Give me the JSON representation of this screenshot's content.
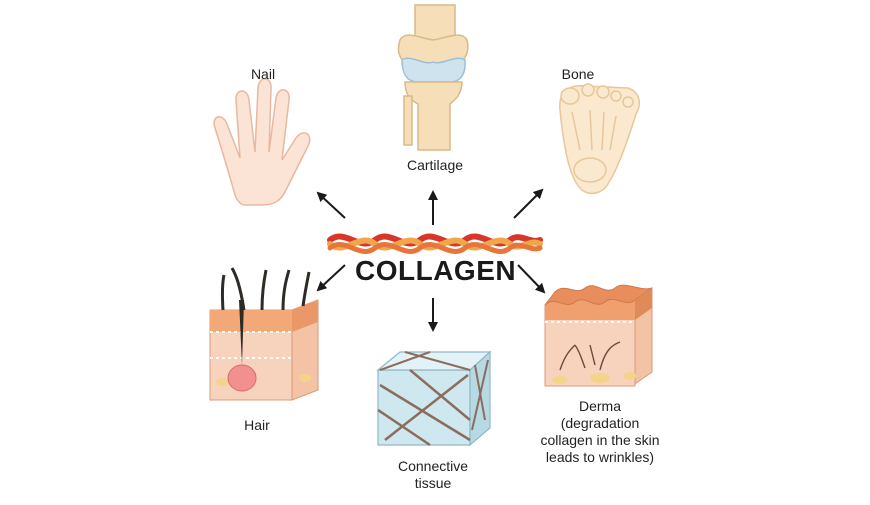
{
  "center": {
    "title": "COLLAGEN"
  },
  "labels": {
    "nail": "Nail",
    "cartilage": "Cartilage",
    "bone": "Bone",
    "hair": "Hair",
    "connective": [
      "Connective",
      "tissue"
    ],
    "derma": [
      "Derma",
      "(degradation",
      "collagen in the skin",
      "leads to wrinkles)"
    ]
  },
  "icons": {
    "nail": "hand-icon",
    "cartilage": "knee-joint-icon",
    "bone": "foot-bone-icon",
    "hair": "hair-follicle-icon",
    "connective": "connective-tissue-cube-icon",
    "derma": "skin-layer-icon",
    "center": "collagen-triple-helix-icon"
  },
  "colors": {
    "helix_red": "#d9362b",
    "helix_orange": "#f0a64a",
    "skin": "#f4c3a6",
    "cartilage_blue": "#cfe3ef",
    "tissue_blue": "#cfe8ef",
    "arrow": "#1a1a1a"
  }
}
